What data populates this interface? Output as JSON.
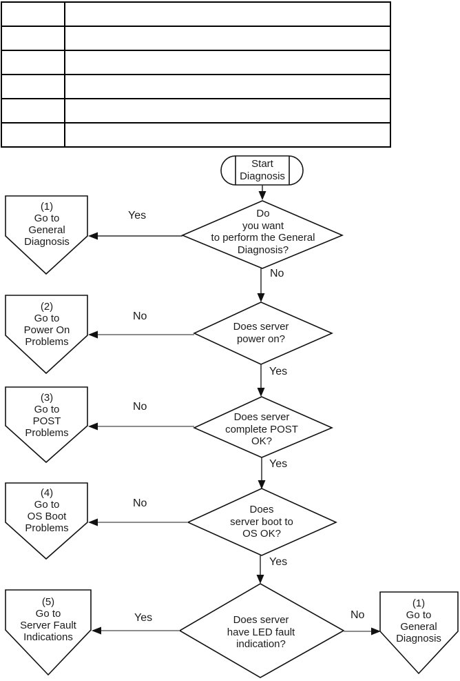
{
  "table": {
    "rows": [
      {
        "cells": [
          "",
          ""
        ]
      },
      {
        "cells": [
          "",
          ""
        ]
      },
      {
        "cells": [
          "",
          ""
        ]
      },
      {
        "cells": [
          "",
          ""
        ]
      },
      {
        "cells": [
          "",
          ""
        ]
      },
      {
        "cells": [
          "",
          ""
        ]
      }
    ]
  },
  "flowchart": {
    "start_label": "Start\nDiagnosis",
    "decisions": [
      {
        "question": "Do\nyou want\nto perform the General\nDiagnosis?",
        "left_branch": "Yes",
        "down_branch": "No"
      },
      {
        "question": "Does server\npower on?",
        "left_branch": "No",
        "down_branch": "Yes"
      },
      {
        "question": "Does server\ncomplete POST\nOK?",
        "left_branch": "No",
        "down_branch": "Yes"
      },
      {
        "question": "Does\nserver boot to\nOS OK?",
        "left_branch": "No",
        "down_branch": "Yes"
      },
      {
        "question": "Does server\nhave LED fault\nindication?",
        "left_branch": "Yes",
        "right_branch": "No"
      }
    ],
    "goto_nodes": [
      {
        "label": "(1)\nGo to\nGeneral\nDiagnosis"
      },
      {
        "label": "(2)\nGo to\nPower On\nProblems"
      },
      {
        "label": "(3)\nGo to\nPOST\nProblems"
      },
      {
        "label": "(4)\nGo to\nOS Boot\nProblems"
      },
      {
        "label": "(5)\nGo to\nServer Fault\nIndications"
      },
      {
        "label": "(1)\nGo to\nGeneral\nDiagnosis"
      }
    ],
    "colors": {
      "line": "#1a1a1a",
      "shaft_gray": "#8c8c8c",
      "shape_fill": "#ffffff"
    }
  }
}
